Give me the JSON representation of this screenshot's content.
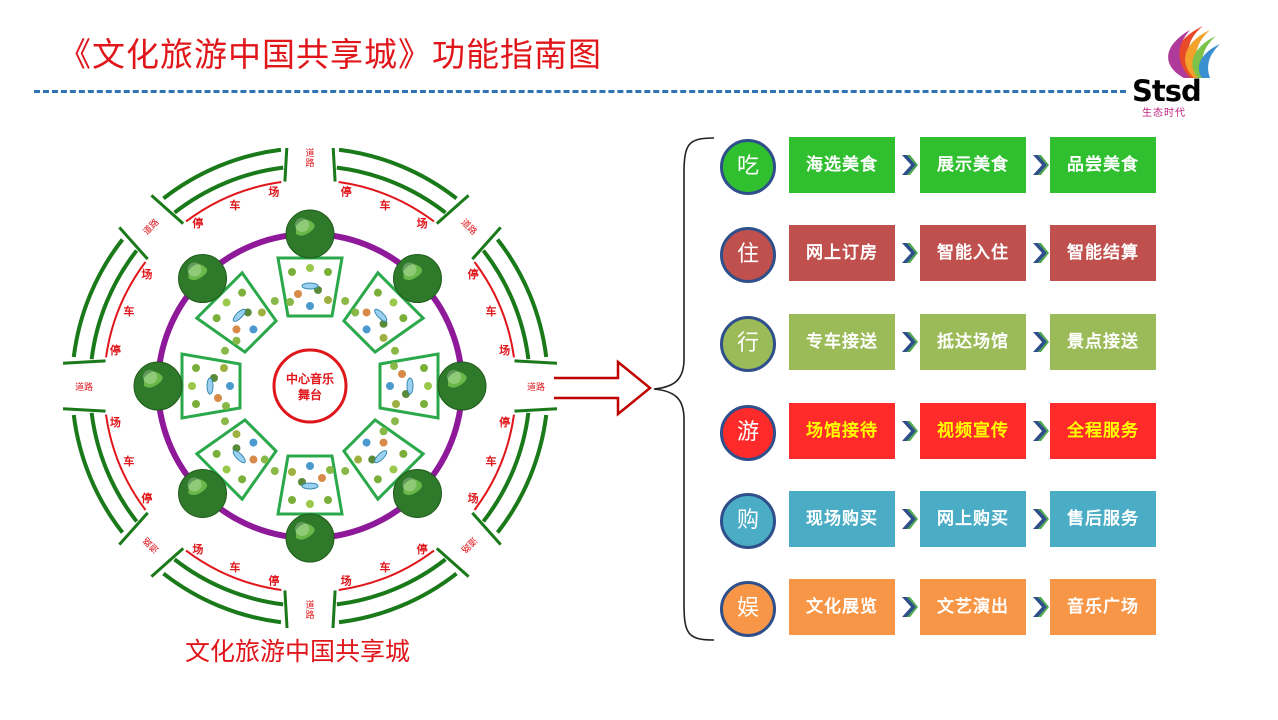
{
  "header": {
    "title": "《文化旅游中国共享城》功能指南图",
    "logo": {
      "brand": "Stsd",
      "sub": "生态时代",
      "mark": "rainbow-wing-icon"
    }
  },
  "city_map": {
    "center_label_line1": "中心音乐",
    "center_label_line2": "舞台",
    "road_label": "道路",
    "parking_chars": [
      "停",
      "车",
      "场"
    ],
    "caption": "文化旅游中国共享城"
  },
  "guide": {
    "rows": [
      {
        "key": "吃",
        "color": "#2fbf2f",
        "circle_border": "#2f4f8a",
        "text_color": "#ffffff",
        "steps": [
          "海选美食",
          "展示美食",
          "品尝美食"
        ]
      },
      {
        "key": "住",
        "color": "#c0504d",
        "circle_border": "#2f4f8a",
        "text_color": "#ffffff",
        "steps": [
          "网上订房",
          "智能入住",
          "智能结算"
        ]
      },
      {
        "key": "行",
        "color": "#9bbb59",
        "circle_border": "#2f4f8a",
        "text_color": "#ffffff",
        "steps": [
          "专车接送",
          "抵达场馆",
          "景点接送"
        ]
      },
      {
        "key": "游",
        "color": "#ff2a2a",
        "circle_border": "#2f4f8a",
        "text_color": "#ffff00",
        "steps": [
          "场馆接待",
          "视频宣传",
          "全程服务"
        ]
      },
      {
        "key": "购",
        "color": "#4bacc6",
        "circle_border": "#2f4f8a",
        "text_color": "#ffffff",
        "steps": [
          "现场购买",
          "网上购买",
          "售后服务"
        ]
      },
      {
        "key": "娱",
        "color": "#f79646",
        "circle_border": "#2f4f8a",
        "text_color": "#ffffff",
        "steps": [
          "文化展览",
          "文艺演出",
          "音乐广场"
        ]
      }
    ],
    "chevron_colors": [
      "#2f4f8a",
      "#4aa84a"
    ]
  }
}
